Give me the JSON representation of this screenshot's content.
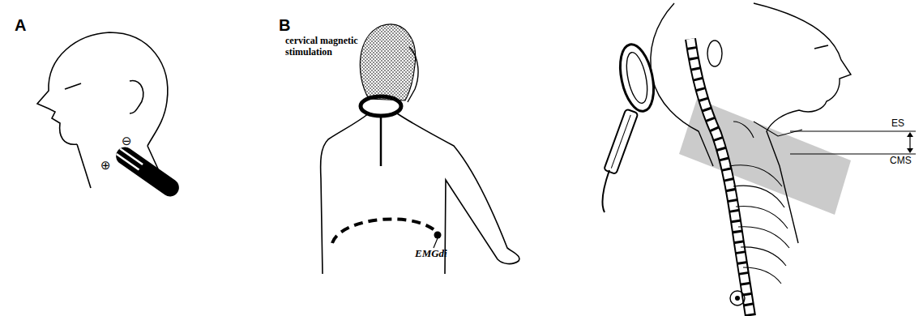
{
  "diagram": {
    "labels": [
      "A",
      "⊖",
      "⊕",
      "B",
      "cervical magnetic stimulation",
      "EMGdi",
      "ES",
      "CMS"
    ]
  }
}
